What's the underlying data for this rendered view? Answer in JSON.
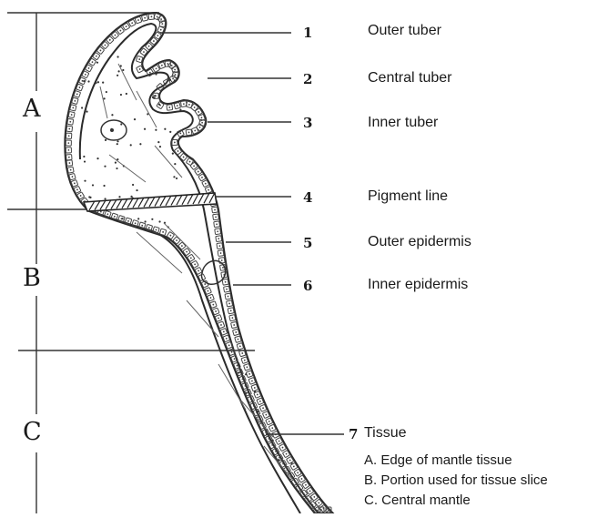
{
  "sections": [
    {
      "letter": "A"
    },
    {
      "letter": "B"
    },
    {
      "letter": "C"
    }
  ],
  "labels": [
    {
      "num": "1",
      "text": "Outer tuber"
    },
    {
      "num": "2",
      "text": "Central tuber"
    },
    {
      "num": "3",
      "text": "Inner tuber"
    },
    {
      "num": "4",
      "text": "Pigment line"
    },
    {
      "num": "5",
      "text": "Outer epidermis"
    },
    {
      "num": "6",
      "text": "Inner epidermis"
    },
    {
      "num": "7",
      "text": "Tissue"
    }
  ],
  "legend": [
    "A. Edge of mantle tissue",
    "B. Portion used for tissue slice",
    "C. Central mantle"
  ]
}
